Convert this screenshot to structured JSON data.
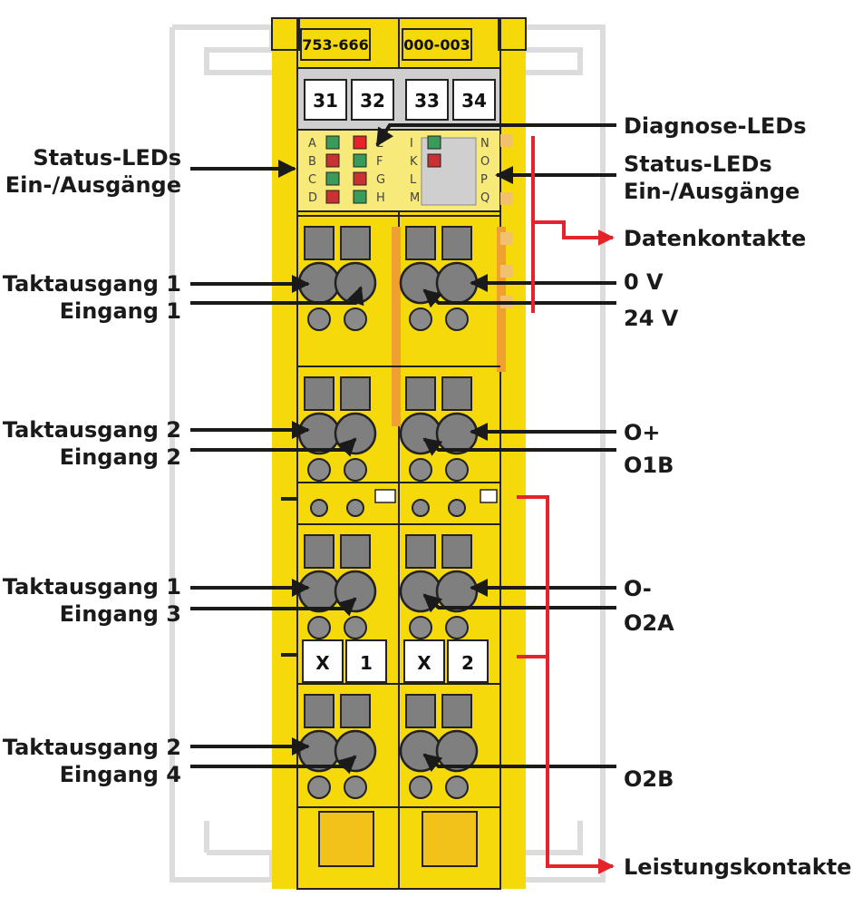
{
  "module": {
    "part_left": "753-666",
    "part_right": "000-003",
    "terminal_numbers": [
      "31",
      "32",
      "33",
      "34"
    ],
    "marker_left": [
      "X",
      "1"
    ],
    "marker_right": [
      "X",
      "2"
    ],
    "led_letters_left_col1": [
      "A",
      "B",
      "C",
      "D"
    ],
    "led_letters_left_col2": [
      "E",
      "F",
      "G",
      "H"
    ],
    "led_letters_right_col1": [
      "I",
      "K",
      "L",
      "M"
    ],
    "led_letters_right_col2": [
      "N",
      "O",
      "P",
      "Q"
    ]
  },
  "labels_left": [
    {
      "line1": "Status-LEDs",
      "line2": "Ein-/Ausgänge"
    },
    {
      "line1": "Taktausgang 1",
      "line2": "Eingang 1"
    },
    {
      "line1": "Taktausgang 2",
      "line2": "Eingang 2"
    },
    {
      "line1": "Taktausgang 1",
      "line2": "Eingang 3"
    },
    {
      "line1": "Taktausgang 2",
      "line2": "Eingang 4"
    }
  ],
  "labels_right": {
    "diagnose": "Diagnose-LEDs",
    "status_line1": "Status-LEDs",
    "status_line2": "Ein-/Ausgänge",
    "datenkontakte": "Datenkontakte",
    "zero_v": "0 V",
    "v24": "24 V",
    "o_plus": "O+",
    "o1b": "O1B",
    "o_minus": "O-",
    "o2a": "O2A",
    "o2b": "O2B",
    "leistungskontakte": "Leistungskontakte"
  },
  "colors": {
    "module_yellow": "#f5d90a",
    "terminal_grey": "#7f7f7f",
    "arrow_red": "#e4232b",
    "arrow_black": "#1a1a1a",
    "rail_grey": "#d8d8d8",
    "orange_strip": "#f0a030"
  }
}
